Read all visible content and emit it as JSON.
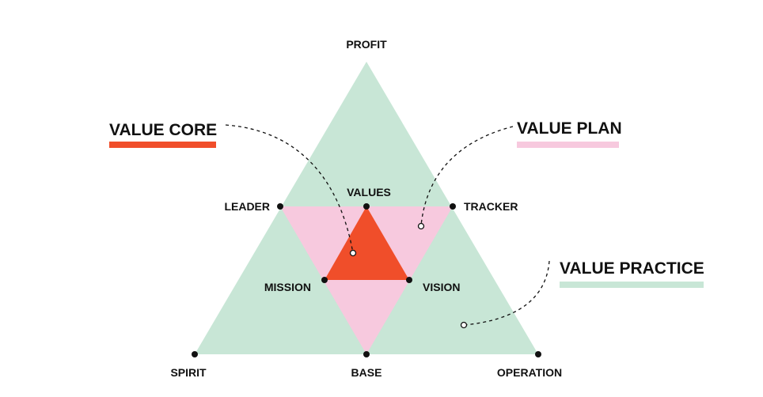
{
  "colors": {
    "practice": "#c8e6d6",
    "plan": "#f7c9de",
    "core": "#f04e2a",
    "ink": "#111111",
    "background": "#ffffff"
  },
  "vertices": {
    "profit": "PROFIT",
    "leader": "LEADER",
    "values": "VALUES",
    "tracker": "TRACKER",
    "mission": "MISSION",
    "vision": "VISION",
    "spirit": "SPIRIT",
    "base": "BASE",
    "operation": "OPERATION"
  },
  "legend": {
    "core": "VALUE CORE",
    "plan": "VALUE PLAN",
    "practice": "VALUE PRACTICE"
  }
}
